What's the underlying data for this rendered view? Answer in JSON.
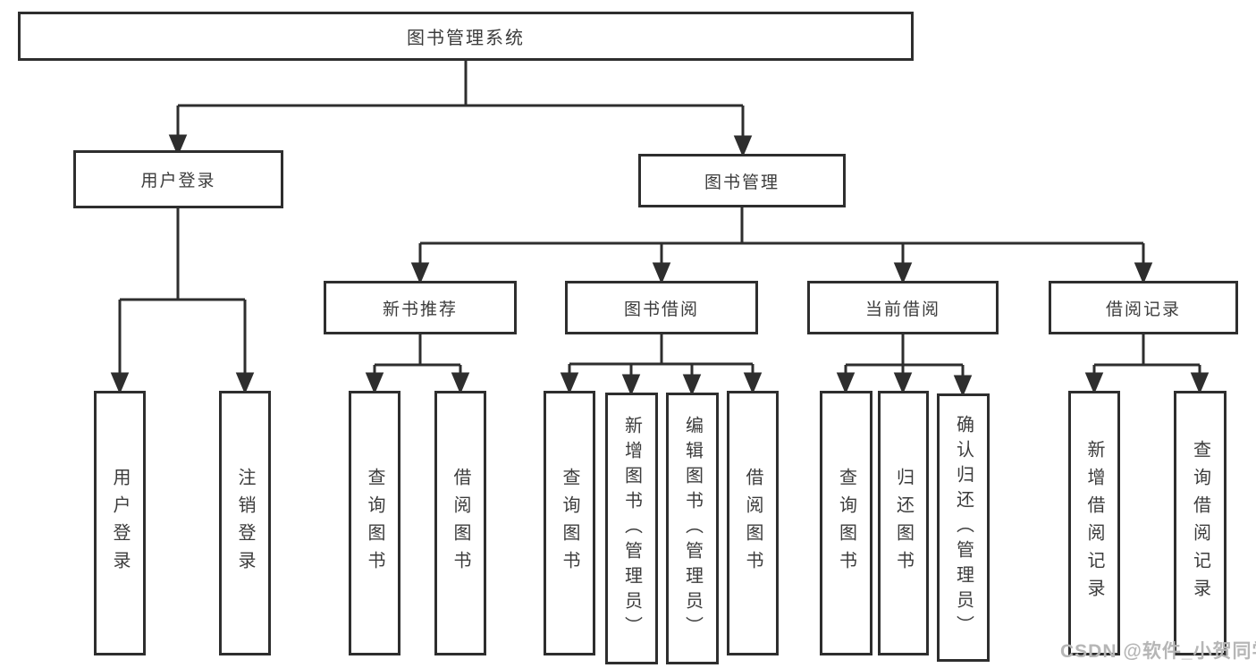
{
  "diagram": {
    "tree": {
      "label": "图书管理系统",
      "children": [
        {
          "label": "用户登录",
          "children": [
            {
              "label": "用户登录"
            },
            {
              "label": "注销登录"
            }
          ]
        },
        {
          "label": "图书管理",
          "children": [
            {
              "label": "新书推荐",
              "children": [
                {
                  "label": "查询图书"
                },
                {
                  "label": "借阅图书"
                }
              ]
            },
            {
              "label": "图书借阅",
              "children": [
                {
                  "label": "查询图书"
                },
                {
                  "label": "新增图书（管理员）"
                },
                {
                  "label": "编辑图书（管理员）"
                },
                {
                  "label": "借阅图书"
                }
              ]
            },
            {
              "label": "当前借阅",
              "children": [
                {
                  "label": "查询图书"
                },
                {
                  "label": "归还图书"
                },
                {
                  "label": "确认归还（管理员）"
                }
              ]
            },
            {
              "label": "借阅记录",
              "children": [
                {
                  "label": "新增借阅记录"
                },
                {
                  "label": "查询借阅记录"
                }
              ]
            }
          ]
        }
      ]
    }
  },
  "watermark": {
    "text": "CSDN @软件_小贺同学"
  },
  "colors": {
    "line": "#2e2e2e",
    "text": "#3c3c3c",
    "background": "#ffffff",
    "watermark": "#b6b6b6"
  }
}
